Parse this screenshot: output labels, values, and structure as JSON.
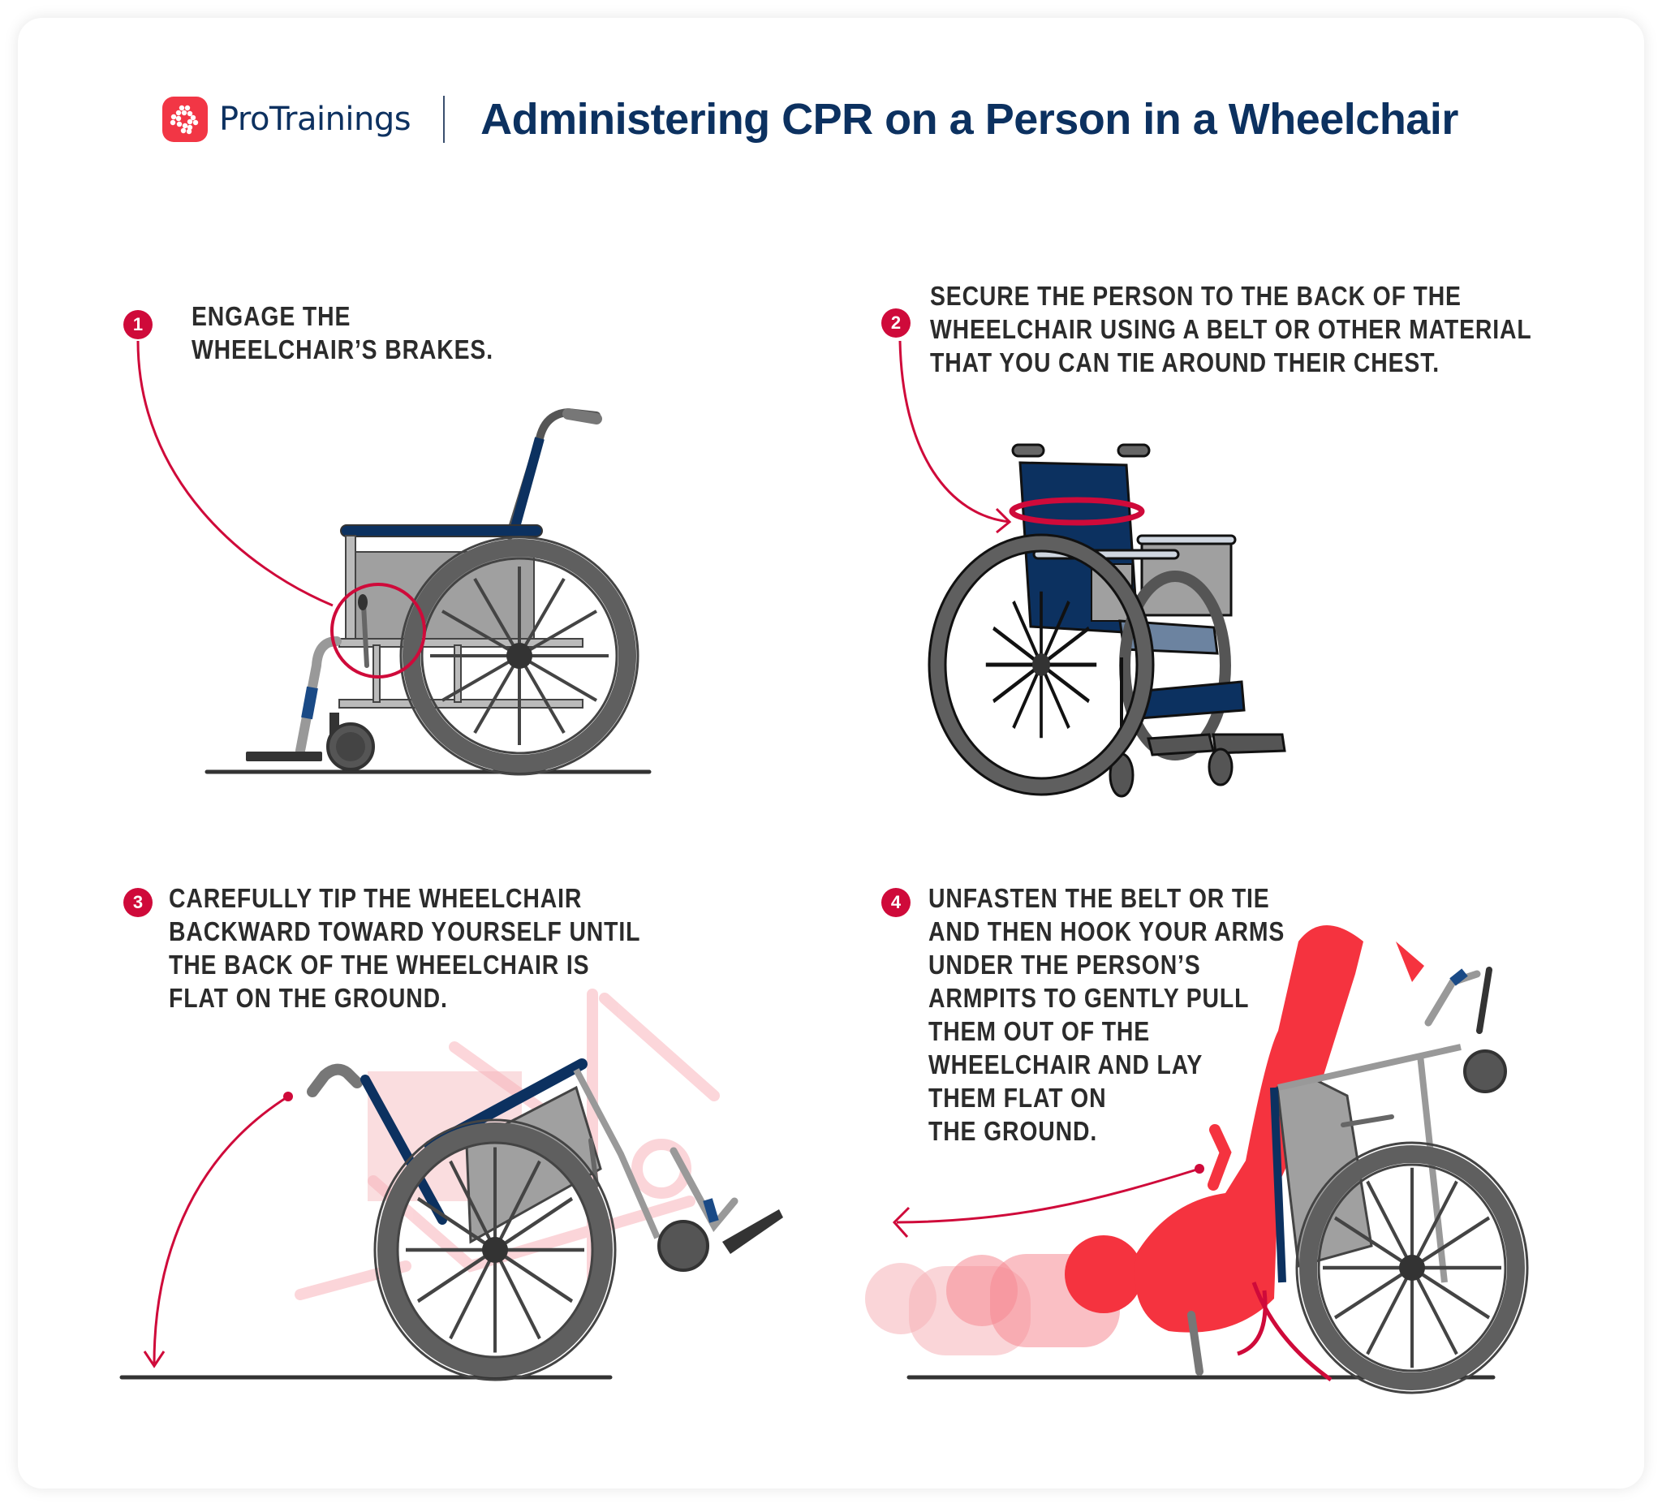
{
  "header": {
    "brand_name": "ProTrainings",
    "title": "Administering CPR on a Person in a Wheelchair",
    "icons": {
      "brand_logo": "protrainings-logo-icon"
    }
  },
  "steps": [
    {
      "number": "1",
      "lines": [
        "ENGAGE THE",
        "WHEELCHAIR’S BRAKES."
      ],
      "illustration": "wheelchair-side-view-brake-highlight"
    },
    {
      "number": "2",
      "lines": [
        "SECURE THE PERSON TO THE BACK OF THE",
        "WHEELCHAIR USING A BELT OR OTHER MATERIAL",
        "THAT YOU CAN TIE AROUND THEIR CHEST."
      ],
      "illustration": "wheelchair-front-view-belt"
    },
    {
      "number": "3",
      "lines": [
        "CAREFULLY TIP THE WHEELCHAIR",
        "BACKWARD TOWARD YOURSELF UNTIL",
        "THE BACK OF THE WHEELCHAIR IS",
        "FLAT ON THE GROUND."
      ],
      "illustration": "wheelchair-tipping-backward"
    },
    {
      "number": "4",
      "lines": [
        "UNFASTEN THE BELT OR TIE",
        "AND THEN HOOK YOUR ARMS",
        "UNDER THE PERSON’S",
        "ARMPITS TO GENTLY PULL",
        "THEM OUT OF THE",
        "WHEELCHAIR AND LAY",
        "THEM FLAT ON",
        "THE GROUND."
      ],
      "illustration": "person-pulled-from-wheelchair"
    }
  ],
  "colors": {
    "brand_navy": "#0c3160",
    "accent_red": "#cf0a3a",
    "logo_red": "#f23645",
    "person_red": "#f5333f",
    "frame_gray": "#a8a8a8",
    "tire_gray": "#5f5f5f",
    "text_dark": "#2b2b2b"
  }
}
